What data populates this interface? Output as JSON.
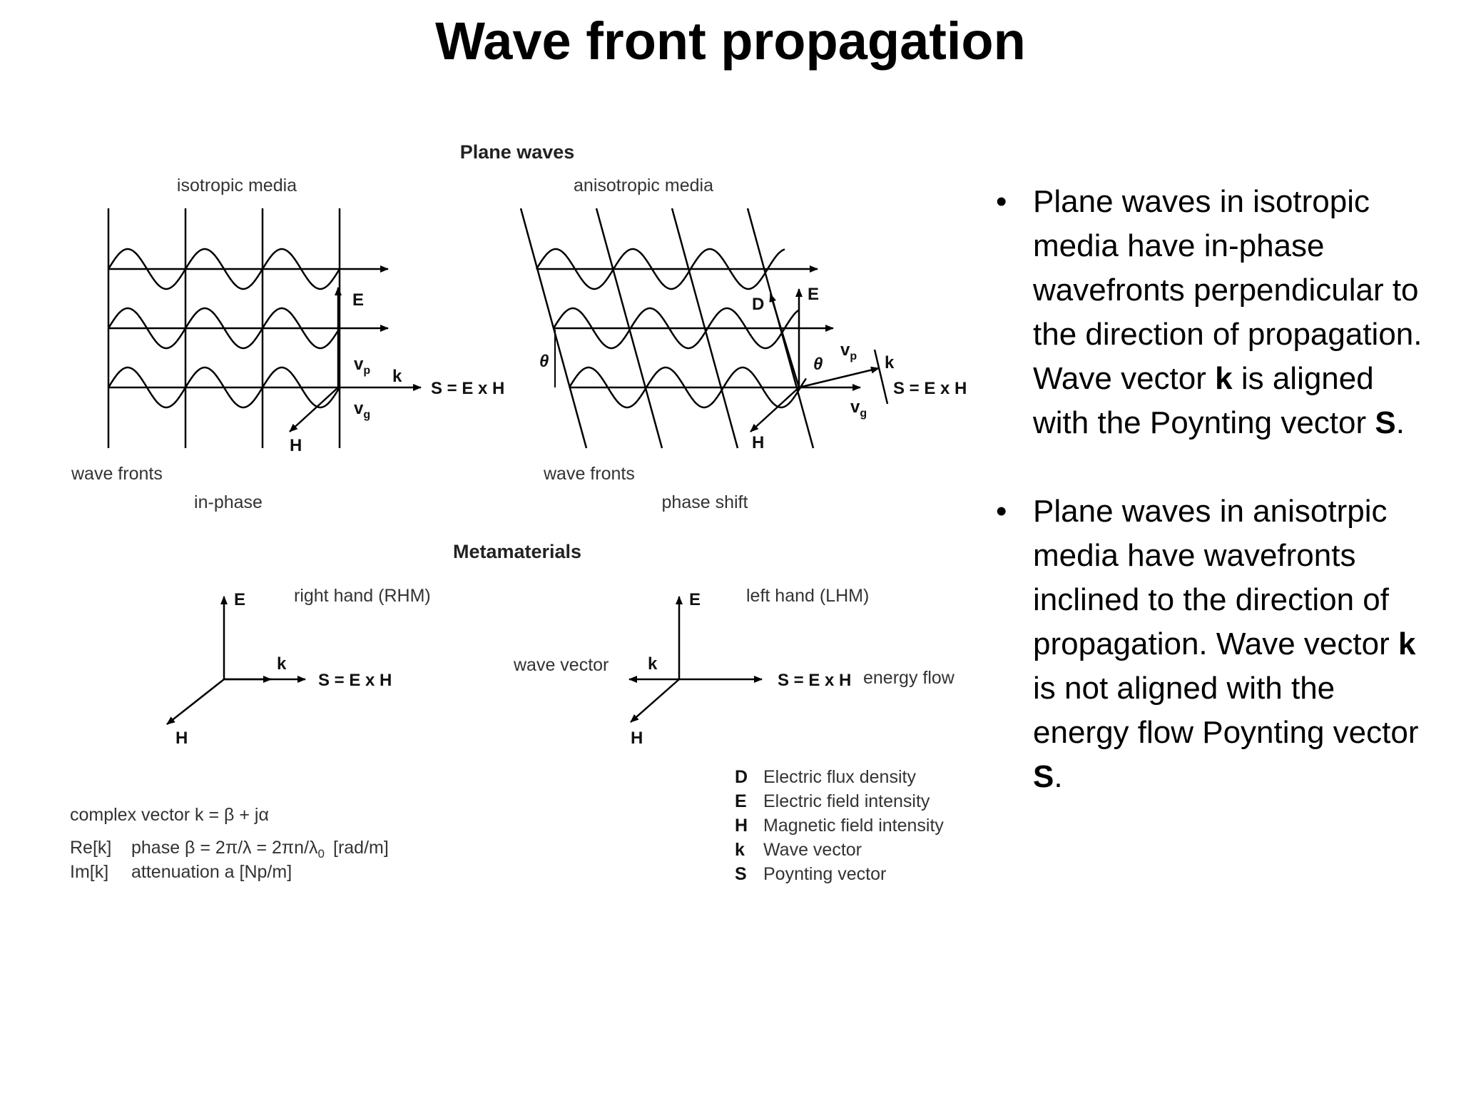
{
  "title": "Wave front propagation",
  "figure": {
    "plane_waves_heading": "Plane waves",
    "isotropic": {
      "media_label": "isotropic media",
      "E": "E",
      "H": "H",
      "vp": "v",
      "vp_sub": "p",
      "k": "k",
      "vg": "v",
      "vg_sub": "g",
      "S_eq": "S = E x H",
      "wave_fronts": "wave fronts",
      "phase_label": "in-phase"
    },
    "anisotropic": {
      "media_label": "anisotropic media",
      "D": "D",
      "E": "E",
      "H": "H",
      "theta_left": "θ",
      "theta_right": "θ",
      "vp": "v",
      "vp_sub": "p",
      "k": "k",
      "vg": "v",
      "vg_sub": "g",
      "S_eq": "S = E x H",
      "wave_fronts": "wave fronts",
      "phase_label": "phase shift"
    },
    "metamaterials_heading": "Metamaterials",
    "rhm": {
      "label": "right hand (RHM)",
      "E": "E",
      "k": "k",
      "H": "H",
      "S_eq": "S = E x H"
    },
    "lhm": {
      "label": "left hand (LHM)",
      "E": "E",
      "k": "k",
      "H": "H",
      "S_eq": "S = E x H",
      "wave_vector": "wave vector",
      "energy_flow": "energy flow"
    },
    "complex": {
      "line1": "complex vector  k = β + jα",
      "re_key": "Re[k]",
      "re_val": "phase β = 2π/λ = 2πn/λ",
      "re_sub": "0",
      "re_unit": "[rad/m]",
      "im_key": "Im[k]",
      "im_val": "attenuation a  [Np/m]"
    },
    "legend": [
      {
        "key": "D",
        "desc": "Electric flux density"
      },
      {
        "key": "E",
        "desc": "Electric field intensity"
      },
      {
        "key": "H",
        "desc": "Magnetic field intensity"
      },
      {
        "key": "k",
        "desc": "Wave vector"
      },
      {
        "key": "S",
        "desc": "Poynting vector"
      }
    ]
  },
  "bullets": [
    {
      "bullet_char": "•",
      "t1": "Plane waves in isotropic media have in-phase wavefronts perpendicular to the direction of propagation.  Wave vector ",
      "b1": "k",
      "t2": " is aligned with the Poynting vector ",
      "b2": "S",
      "t3": "."
    },
    {
      "bullet_char": "•",
      "t1": "Plane waves in anisotrpic media have wavefronts inclined to the direction of propagation.  Wave vector ",
      "b1": "k",
      "t2": " is not aligned with the energy flow Poynting vector ",
      "b2": "S",
      "t3": "."
    }
  ]
}
